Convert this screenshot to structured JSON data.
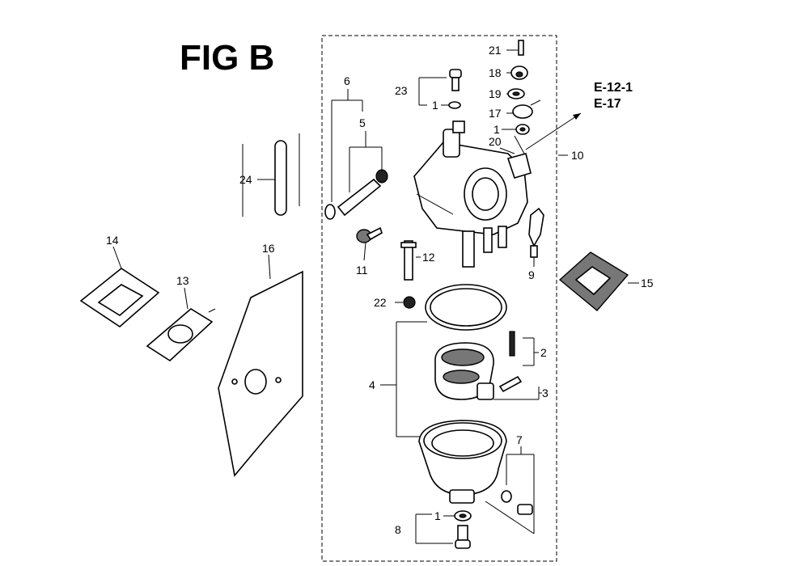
{
  "figure": {
    "title": "FIG B",
    "references": [
      "E-12-1",
      "E-17"
    ]
  },
  "callouts": {
    "c1a": "1",
    "c1b": "1",
    "c1c": "1",
    "c2": "2",
    "c3": "3",
    "c4": "4",
    "c5": "5",
    "c6": "6",
    "c7": "7",
    "c8": "8",
    "c9": "9",
    "c10": "10",
    "c11": "11",
    "c12": "12",
    "c13": "13",
    "c14": "14",
    "c15": "15",
    "c16": "16",
    "c17": "17",
    "c18": "18",
    "c19": "19",
    "c20": "20",
    "c21": "21",
    "c22": "22",
    "c23": "23",
    "c24": "24"
  }
}
